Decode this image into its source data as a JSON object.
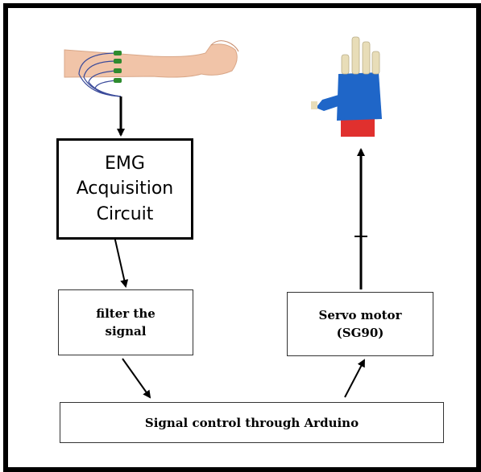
{
  "blocks": {
    "emg": {
      "line1": "EMG",
      "line2": "Acquisition",
      "line3": "Circuit"
    },
    "filter": {
      "line1": "filter the",
      "line2": "signal"
    },
    "servo": {
      "line1": "Servo motor",
      "line2": "(SG90)"
    },
    "arduino": {
      "label": "Signal control through Arduino"
    }
  },
  "images": {
    "arm": "arm-with-emg-electrodes",
    "hand": "robotic-hand"
  },
  "colors": {
    "electrode": "#2e8b2e",
    "skin": "#f1c4a8",
    "hand_blue": "#1f66c8",
    "hand_red": "#e0302e",
    "finger": "#e8ddb8"
  }
}
